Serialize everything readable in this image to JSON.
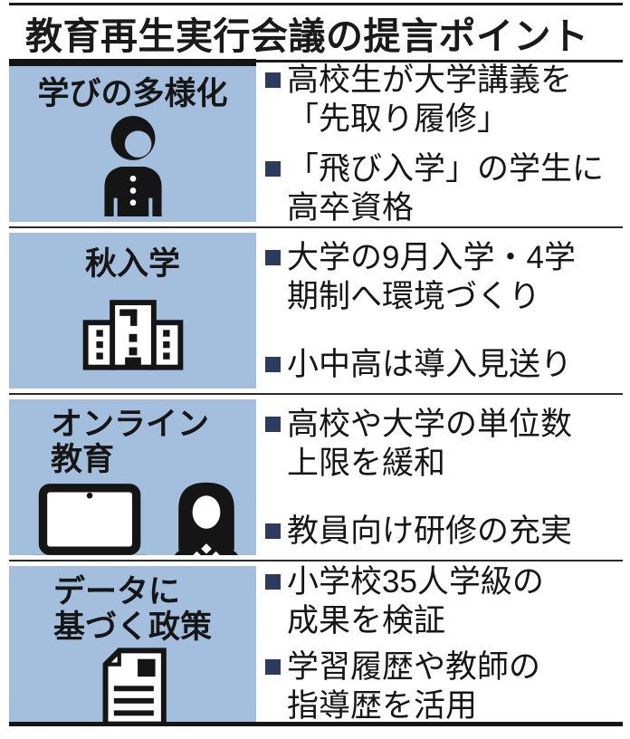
{
  "title": "教育再生実行会議の提言ポイント",
  "colors": {
    "panel_blue": "#a4bedd",
    "bullet_navy": "#2c3b5e",
    "rule_black": "#151515",
    "ink": "#161616"
  },
  "rows": [
    {
      "label": "学びの多様化",
      "icon": "student-icon",
      "items": [
        {
          "lines": [
            "高校生が大学講義を",
            "「先取り履修」"
          ]
        },
        {
          "lines": [
            "「飛び入学」の学生に",
            "高卒資格"
          ]
        }
      ]
    },
    {
      "label": "秋入学",
      "icon": "school-building-icon",
      "items": [
        {
          "lines": [
            "大学の9月入学・4学",
            "期制へ環境づくり"
          ]
        },
        {
          "lines": [
            "小中高は導入見送り"
          ]
        }
      ]
    },
    {
      "label": "オンライン\n教育",
      "icon": "laptop-woman-icon",
      "items": [
        {
          "lines": [
            "高校や大学の単位数",
            "上限を緩和"
          ]
        },
        {
          "lines": [
            "教員向け研修の充実"
          ]
        }
      ]
    },
    {
      "label": "データに\n基づく政策",
      "icon": "document-icon",
      "items": [
        {
          "lines": [
            "小学校35人学級の",
            "成果を検証"
          ]
        },
        {
          "lines": [
            "学習履歴や教師の",
            "指導歴を活用"
          ]
        }
      ]
    }
  ]
}
